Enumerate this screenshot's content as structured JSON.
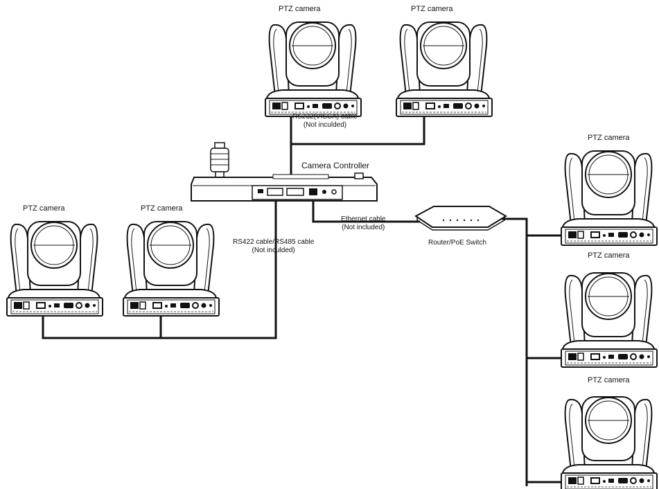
{
  "cameras": [
    {
      "label": "PTZ camera"
    },
    {
      "label": "PTZ camera"
    },
    {
      "label": "PTZ camera"
    },
    {
      "label": "PTZ camera"
    },
    {
      "label": "PTZ camera"
    },
    {
      "label": "PTZ camera"
    },
    {
      "label": "PTZ camera"
    }
  ],
  "controller": {
    "label": "Camera Controller"
  },
  "router": {
    "label": "Router/PoE Switch"
  },
  "cables": {
    "rs232": {
      "line1": "RS232(VISCA) cable",
      "line2": "(Not inculded)"
    },
    "rs422": {
      "line1": "RS422 cable/RS485 cable",
      "line2": "(Not inculded)"
    },
    "ethernet": {
      "line1": "Ethernet cable",
      "line2": "(Not included)"
    }
  }
}
